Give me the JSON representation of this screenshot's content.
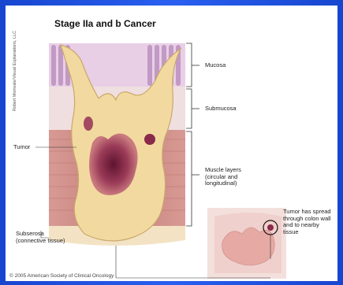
{
  "title": "Stage IIa and b Cancer",
  "credit_vertical": "Robert Morreale/Visual Explanations, LLC",
  "labels": {
    "mucosa": "Mucosa",
    "submucosa": "Submucosa",
    "tumor": "Tumor",
    "muscle_line1": "Muscle layers",
    "muscle_line2": "(circular and",
    "muscle_line3": "longitudinal)",
    "spread_line1": "Tumor has spread",
    "spread_line2": "through colon wall",
    "spread_line3": "and to nearby",
    "spread_line4": "tissue",
    "subserosa_line1": "Subserosa",
    "subserosa_line2": "(connective tissue)"
  },
  "copyright": "© 2005 American Society of Clinical Oncology",
  "colors": {
    "frame": "#1a4fd8",
    "tumor": "#f2d9a0",
    "tumor_core": "#8a2a4a",
    "muscle": "#c98b86",
    "mucosa": "#b68ab8"
  }
}
